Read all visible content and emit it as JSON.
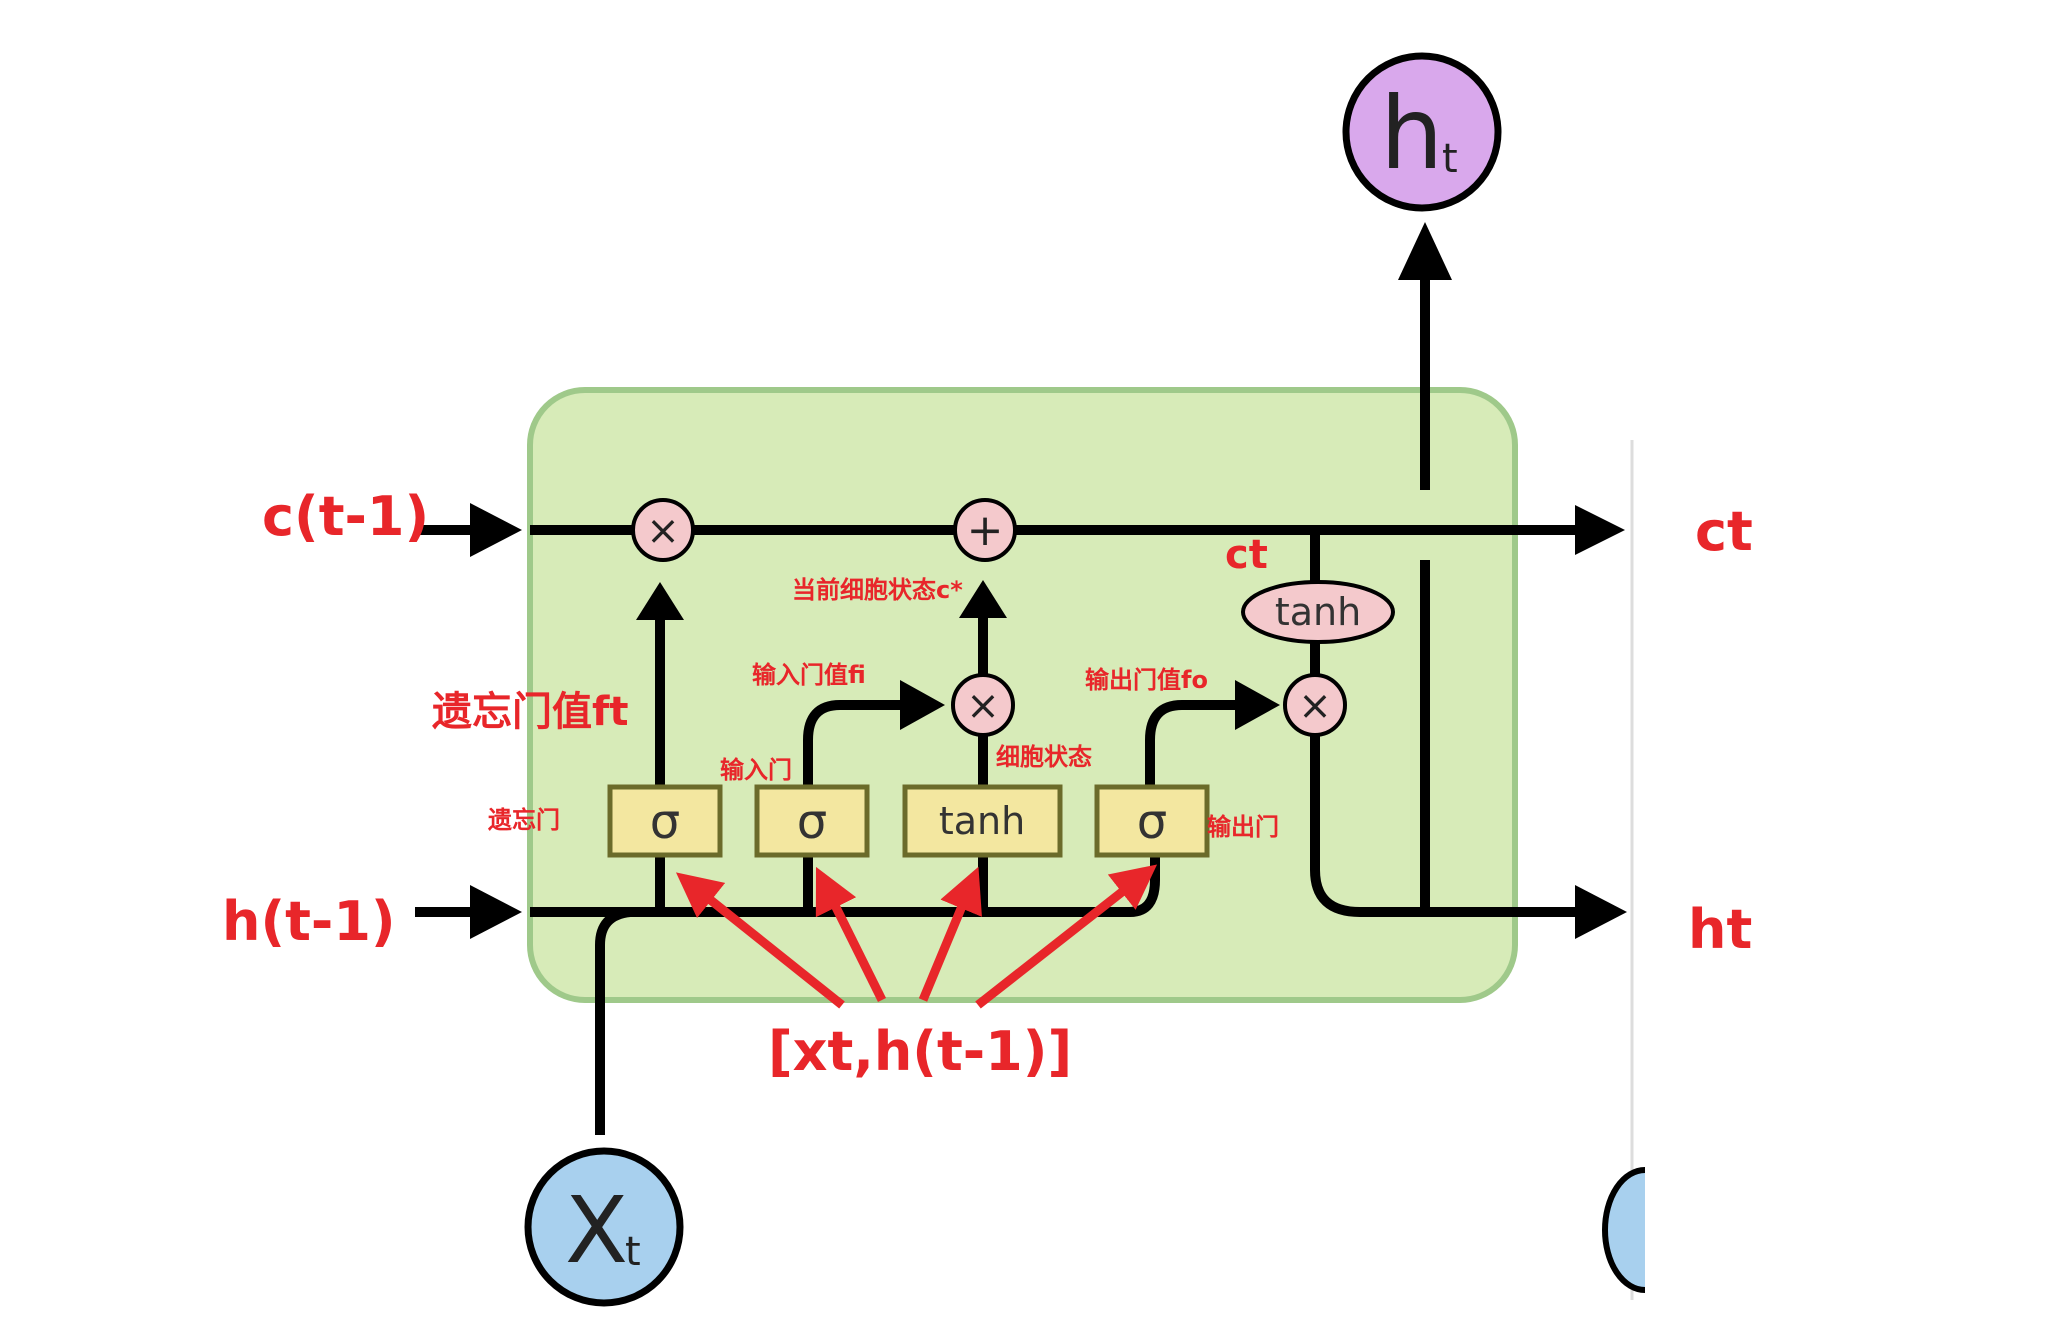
{
  "diagram": {
    "nodes": {
      "ht_top": {
        "main": "h",
        "sub": "t",
        "fill": "#d9a8ec"
      },
      "xt": {
        "main": "X",
        "sub": "t",
        "fill": "#a8d0ee"
      }
    },
    "ops": {
      "forget_mul": "×",
      "add": "+",
      "input_mul": "×",
      "output_mul": "×"
    },
    "gates": {
      "forget": "σ",
      "input": "σ",
      "candidate": "tanh",
      "output": "σ",
      "cell_tanh": "tanh"
    },
    "labels": {
      "c_prev": "c(t-1)",
      "h_prev": "h(t-1)",
      "c_out": "ct",
      "h_out": "ht",
      "c_inner": "ct",
      "forget_value": "遗忘门值ft",
      "forget_gate": "遗忘门",
      "input_gate": "输入门",
      "input_value": "输入门值fi",
      "current_cell": "当前细胞状态c*",
      "cell_state": "细胞状态",
      "output_value": "输出门值fo",
      "output_gate": "输出门",
      "concat": "[xt,h(t-1)]"
    },
    "colors": {
      "cell_fill": "#d7ebb8",
      "cell_stroke": "#9fc98a",
      "gate_fill": "#f3e7a0",
      "gate_stroke": "#6b6b2a",
      "op_fill": "#f4c9cc",
      "annotation": "#e8262a",
      "line": "#000000"
    }
  }
}
